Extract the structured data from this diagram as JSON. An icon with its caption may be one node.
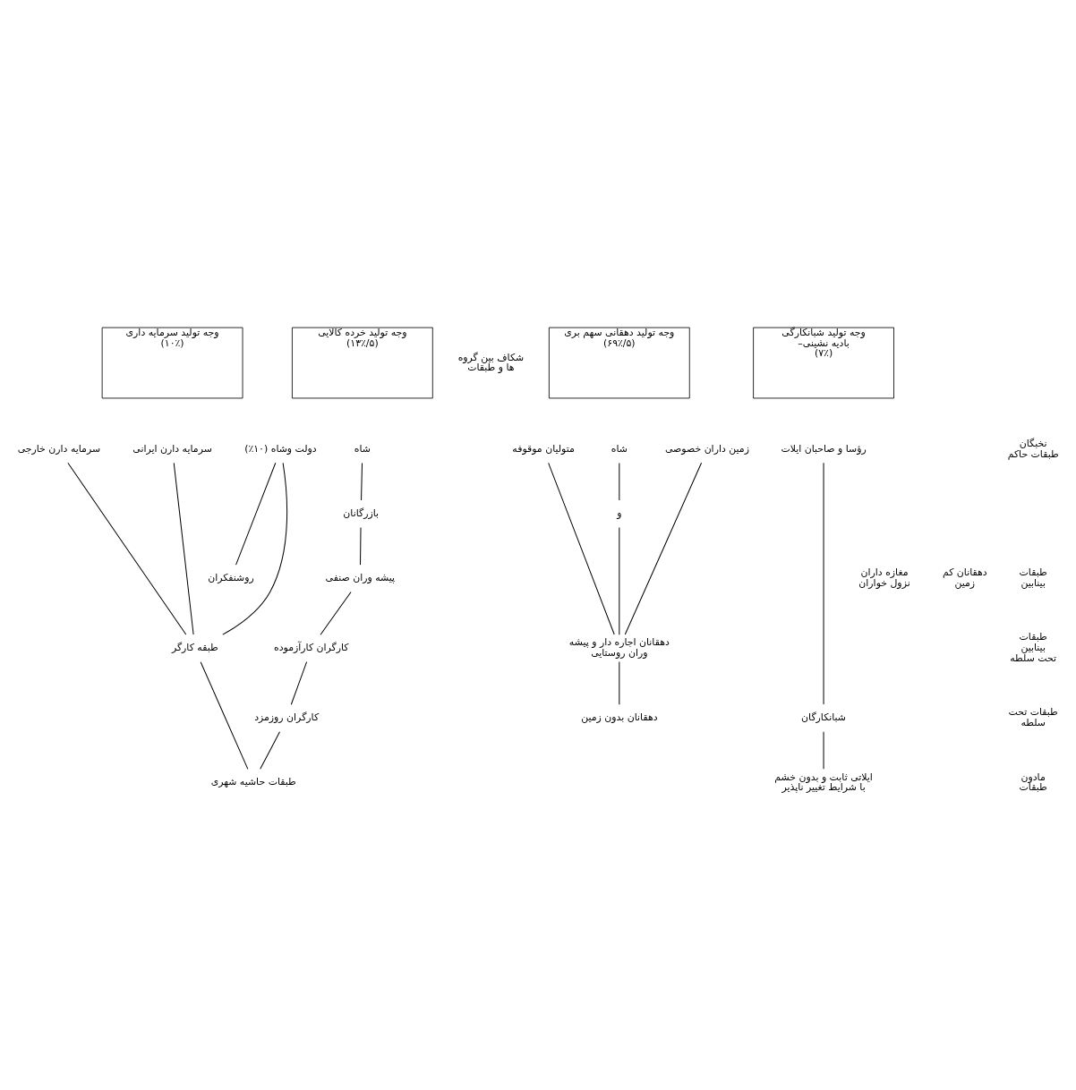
{
  "diagram": {
    "nodes": [
      {
        "text": [
          "وجه تولید سرمایه داری",
          "(۱۰٪)"
        ]
      },
      {
        "text": [
          "وجه تولید خرده کالایی",
          "(۱۳٪/۵)"
        ]
      },
      {
        "text": [
          "وجه تولید دهقانی سهم بری",
          "(۶۹٪/۵)"
        ]
      },
      {
        "text": [
          "وجه تولید شبانکارگی –بادیه نشینی",
          "(۷٪)"
        ]
      },
      {
        "text": [
          "سرمایه دارن خارجی"
        ]
      },
      {
        "text": [
          "سرمایه دارن ایرانی"
        ]
      },
      {
        "text": [
          "دولت وشاه (۱۰٪)"
        ]
      },
      {
        "text": [
          "شاه"
        ]
      },
      {
        "text": [
          "متولیان موقوفه"
        ]
      },
      {
        "text": [
          "شاه"
        ]
      },
      {
        "text": [
          "زمین داران خصوصی"
        ]
      },
      {
        "text": [
          "رؤسا و صاحبان ایلات"
        ]
      },
      {
        "text": [
          "و"
        ]
      },
      {
        "text": [
          "بازرگانان"
        ]
      },
      {
        "text": [
          "روشنفکران"
        ]
      },
      {
        "text": [
          "پیشه وران صنفی"
        ]
      },
      {
        "text": [
          "طبقه کارگر"
        ]
      },
      {
        "text": [
          "کارگران کارآزموده"
        ]
      },
      {
        "text": [
          "دهقانان اجاره دار و پیشه وران روستایی"
        ]
      },
      {
        "text": [
          "کارگران روزمزد"
        ]
      },
      {
        "text": [
          "دهقانان بدون زمین"
        ]
      },
      {
        "text": [
          "شبانکارگان"
        ]
      },
      {
        "text": [
          "طبقات حاشیه شهری"
        ]
      },
      {
        "text": [
          "ایلاتی ثابت و بدون خشم با شرایط تغییر ناپذیر"
        ]
      }
    ],
    "edges": [
      {
        "from": 4,
        "to": 16,
        "arrow": "none"
      },
      {
        "from": 5,
        "to": 16,
        "arrow": "none"
      },
      {
        "from": 6,
        "to": 16,
        "arrow": "none"
      },
      {
        "from": 6,
        "to": 14,
        "arrow": "none"
      },
      {
        "from": 7,
        "to": 13,
        "arrow": "none"
      },
      {
        "from": 13,
        "to": 15,
        "arrow": "none"
      },
      {
        "from": 15,
        "to": 17,
        "arrow": "none"
      },
      {
        "from": 17,
        "to": 19,
        "arrow": "none"
      },
      {
        "from": 16,
        "to": 22,
        "arrow": "none"
      },
      {
        "from": 19,
        "to": 22,
        "arrow": "none"
      },
      {
        "from": 8,
        "to": 18,
        "arrow": "none"
      },
      {
        "from": 10,
        "to": 18,
        "arrow": "none"
      },
      {
        "from": 9,
        "to": 12,
        "arrow": "none"
      },
      {
        "from": 12,
        "to": 18,
        "arrow": "none"
      },
      {
        "from": 18,
        "to": 20,
        "arrow": "none"
      },
      {
        "from": 11,
        "to": 21,
        "arrow": "none"
      },
      {
        "from": 21,
        "to": 23,
        "arrow": "none"
      }
    ],
    "labels": [
      "شکاف بین گروه ها و طبقات",
      "مغازه داران نزول خواران",
      "دهقانان کم زمین",
      "نخبگان طبقات حاکم",
      "طبقات بینابین",
      "طبقات بینابین تحت سلطه",
      "طبقات تحت سلطه",
      "مادون طبقات"
    ]
  }
}
